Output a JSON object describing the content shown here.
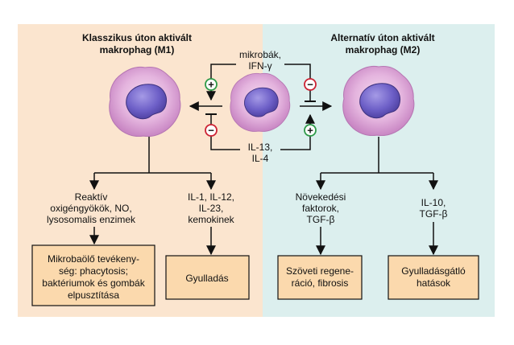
{
  "headers": {
    "m1": [
      "Klasszikus úton aktivált",
      "makrophag (M1)"
    ],
    "m2": [
      "Alternatív úton aktivált",
      "makrophag (M2)"
    ]
  },
  "signals": {
    "top": [
      "mikrobák,",
      "IFN-γ"
    ],
    "bottom": [
      "IL-13,",
      "IL-4"
    ]
  },
  "m1_products": {
    "left": [
      "Reaktív",
      "oxigéngyökök, NO,",
      "lysosomalis enzimek"
    ],
    "right": [
      "IL-1, IL-12,",
      "IL-23,",
      "kemokinek"
    ]
  },
  "m2_products": {
    "left": [
      "Növekedési",
      "faktorok,",
      "TGF-β"
    ],
    "right": [
      "IL-10,",
      "TGF-β"
    ]
  },
  "boxes": {
    "microbicidal": [
      "Mikrobaölő tevékeny-",
      "ség: phacytosis;",
      "baktériumok és gombák",
      "elpusztítása"
    ],
    "inflammation": [
      "Gyulladás"
    ],
    "tissue_repair": [
      "Szöveti regene-",
      "ráció, fibrosis"
    ],
    "anti_inflammatory": [
      "Gyulladásgátló",
      "hatások"
    ]
  },
  "signs": {
    "plus": "+",
    "minus": "−"
  },
  "colors": {
    "m1_background": "#fbe5cf",
    "m2_background": "#dcefee",
    "box_fill": "#fbd9ad",
    "plus": "#2e9a48",
    "minus": "#cc2233"
  },
  "icons": {
    "cell": "macrophage-cell-icon"
  }
}
